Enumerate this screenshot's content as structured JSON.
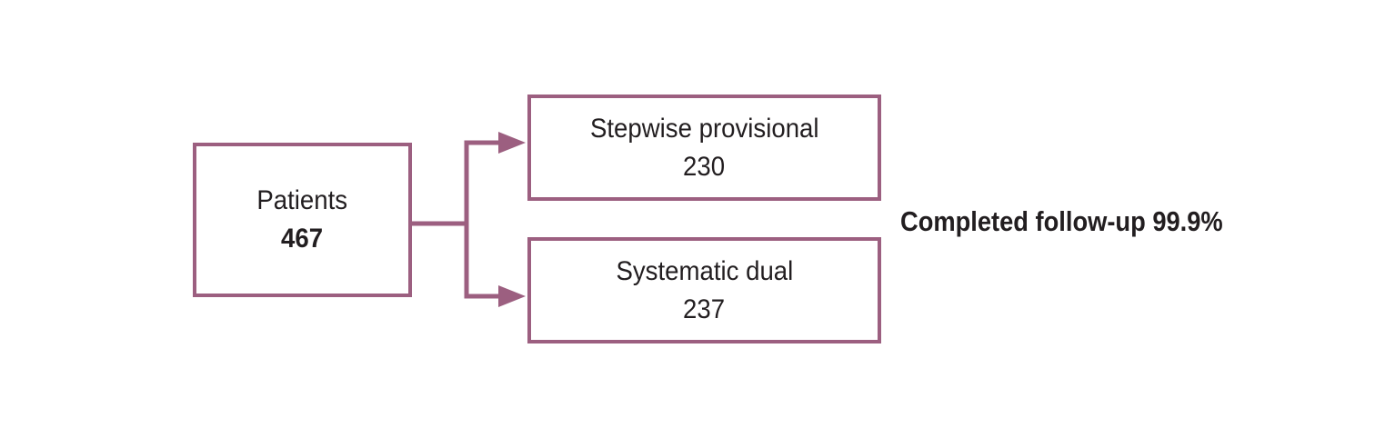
{
  "diagram": {
    "nodes": {
      "patients": {
        "label": "Patients",
        "value": "467"
      },
      "stepwise": {
        "label": "Stepwise provisional",
        "value": "230"
      },
      "systematic": {
        "label": "Systematic dual",
        "value": "237"
      }
    },
    "edges": [
      {
        "from": "patients",
        "to": "stepwise",
        "arrow": "right-arrowhead"
      },
      {
        "from": "patients",
        "to": "systematic",
        "arrow": "right-arrowhead"
      }
    ],
    "annotation": {
      "text": "Completed follow-up 99.9%"
    }
  },
  "colors": {
    "line-color": "#9C5F80",
    "text-color": "#221E20",
    "background-color": "#FFFFFF"
  }
}
